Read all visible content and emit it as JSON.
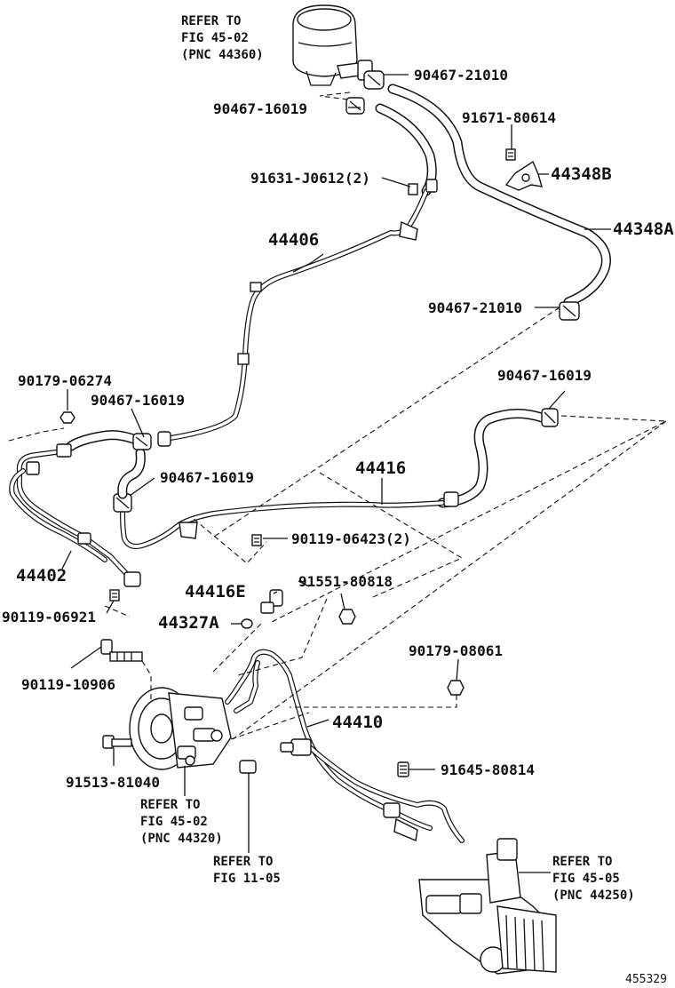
{
  "labels": {
    "ref_reservoir": [
      "REFER TO",
      "FIG 45-02",
      "(PNC 44360)"
    ],
    "ref_pump": [
      "REFER TO",
      "FIG 45-02",
      "(PNC 44320)"
    ],
    "ref_engine": [
      "REFER TO",
      "FIG 11-05"
    ],
    "ref_gear": [
      "REFER TO",
      "FIG 45-05",
      "(PNC 44250)"
    ],
    "p1": "90467-21010",
    "p2": "90467-16019",
    "p3": "91671-80614",
    "p4": "44348B",
    "p5": "91631-J0612(2)",
    "p6": "44348A",
    "p7": "44406",
    "p8": "90467-21010",
    "p9": "90179-06274",
    "p10": "90467-16019",
    "p11": "90467-16019",
    "p12": "44416",
    "p13": "90467-16019",
    "p14": "90119-06423(2)",
    "p15": "44402",
    "p16": "44416E",
    "p17": "91551-80818",
    "p18": "90119-06921",
    "p19": "44327A",
    "p20": "90179-08061",
    "p21": "90119-10906",
    "p22": "44410",
    "p23": "91513-81040",
    "p24": "91645-80814",
    "figure_id": "455329"
  }
}
